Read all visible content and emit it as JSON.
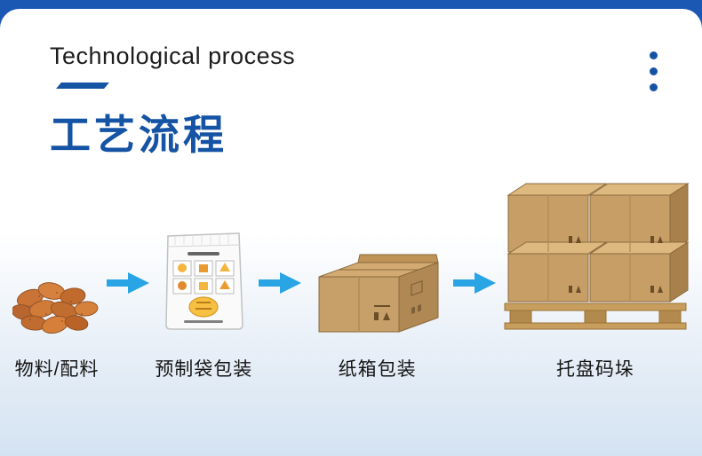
{
  "page": {
    "title_en": "Technological process",
    "title_zh": "工艺流程"
  },
  "flow": {
    "steps": [
      {
        "label": "物料/配料",
        "icon": "ingredients-nuts-icon"
      },
      {
        "label": "预制袋包装",
        "icon": "premade-bag-icon"
      },
      {
        "label": "纸箱包装",
        "icon": "carton-box-icon"
      },
      {
        "label": "托盘码垛",
        "icon": "pallet-stack-icon"
      }
    ],
    "arrow_icon": "arrow-right-icon"
  },
  "colors": {
    "brand_blue": "#1553a5",
    "top_bar_blue": "#1b58b4",
    "arrow_blue": "#29a4e4",
    "carton_tan": "#c79e66",
    "background_bottom": "#d4e3f2"
  }
}
